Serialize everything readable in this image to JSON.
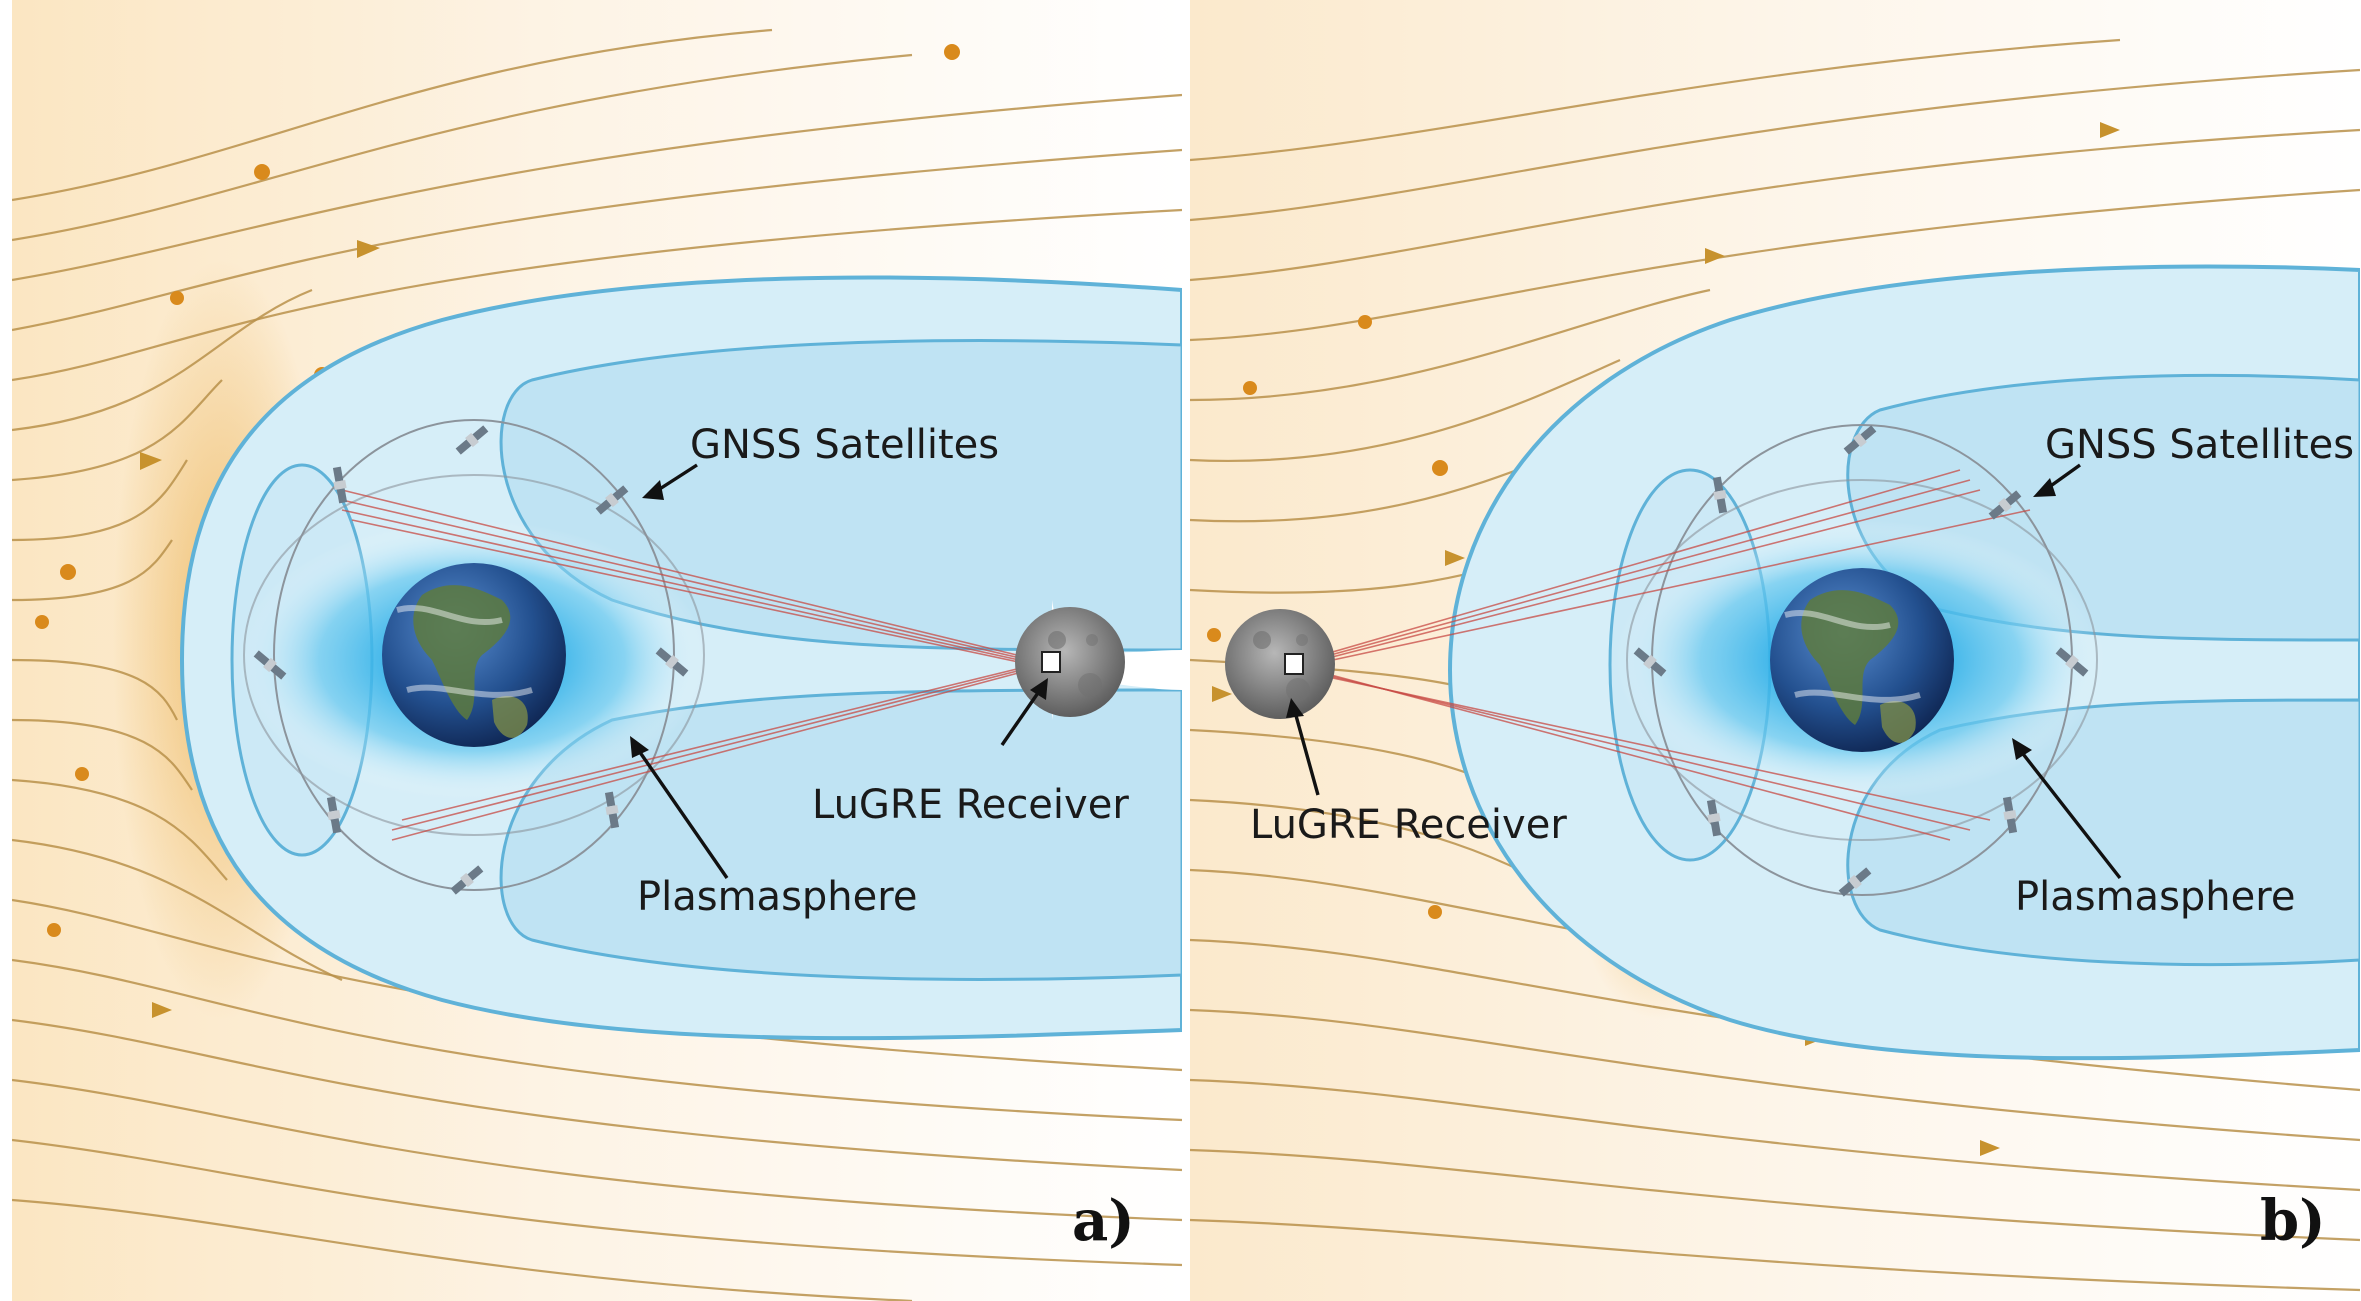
{
  "panels": [
    {
      "id": "a",
      "panel_label": "a)",
      "labels": {
        "gnss": "GNSS Satellites",
        "receiver": "LuGRE Receiver",
        "plasmasphere": "Plasmasphere"
      }
    },
    {
      "id": "b",
      "panel_label": "b)",
      "labels": {
        "gnss": "GNSS Satellites",
        "receiver": "LuGRE Receiver",
        "plasmasphere": "Plasmasphere"
      }
    }
  ],
  "colors": {
    "solar_wind": "#e8a73c",
    "field_lines": "#b8914a",
    "magnetosphere": "#bfe3f3",
    "magnetosphere_edge": "#5fb2d8",
    "plasmasphere": "#38b6e8",
    "signal_rays": "#c84b45",
    "earth_ocean": "#1f4e94",
    "moon": "#8f8f8f"
  },
  "icons": [
    "satellite-icon",
    "earth-icon",
    "moon-icon",
    "receiver-icon"
  ]
}
